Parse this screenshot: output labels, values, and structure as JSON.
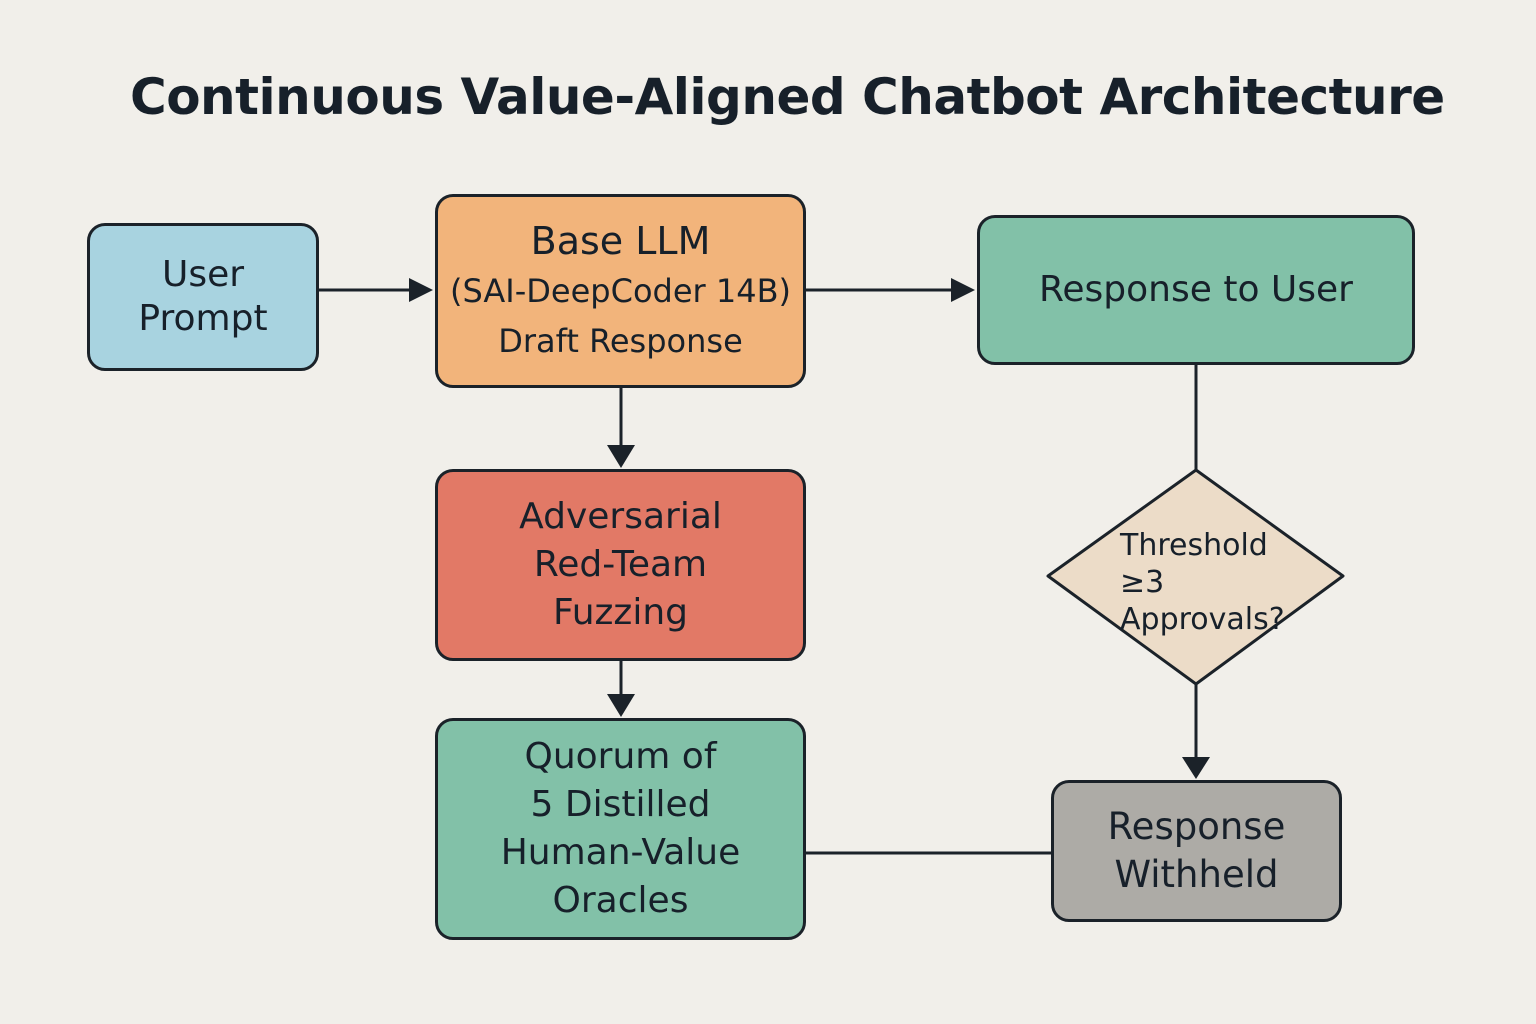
{
  "diagram": {
    "title": "Continuous Value-Aligned Chatbot Architecture",
    "nodes": {
      "user_prompt": [
        "User",
        "Prompt"
      ],
      "base_llm": [
        "Base LLM",
        "(SAI-DeepCoder 14B)",
        "Draft Response"
      ],
      "response_to_user": [
        "Response to User"
      ],
      "red_team": [
        "Adversarial",
        "Red-Team",
        "Fuzzing"
      ],
      "quorum": [
        "Quorum of",
        "5 Distilled",
        "Human-Value",
        "Oracles"
      ],
      "threshold": [
        "Threshold",
        "≥3",
        "Approvals?"
      ],
      "withheld": [
        "Response",
        "Withheld"
      ]
    },
    "colors": {
      "background": "#f1efea",
      "user_prompt": "#a8d3e0",
      "base_llm": "#f2b47b",
      "response_to_user": "#82c1a8",
      "red_team": "#e27966",
      "quorum": "#82c1a8",
      "threshold": "#ecdcc8",
      "withheld": "#adaba6",
      "stroke": "#1b2229"
    }
  }
}
